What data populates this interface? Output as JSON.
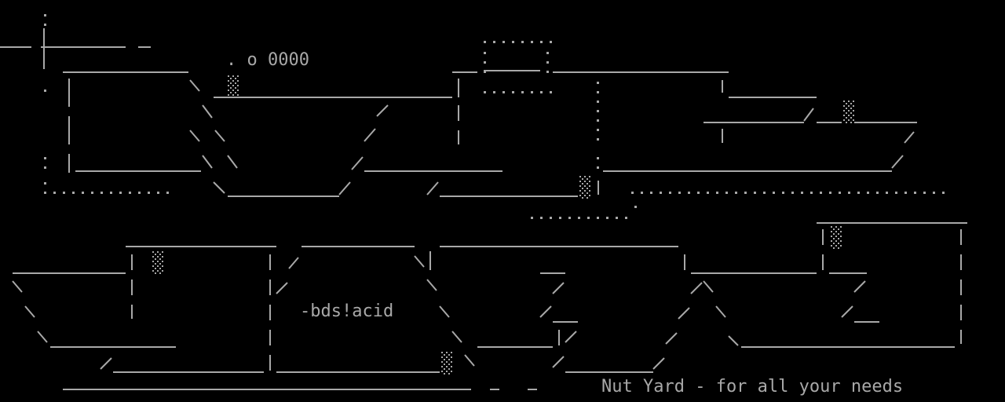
{
  "ascii_art": {
    "bubbles": ". o 0000",
    "artist_tag": "-bds!acid",
    "credit": "Nut Yard - for all your needs"
  },
  "colors": {
    "background": "#000000",
    "foreground": "#a8a8a8"
  }
}
